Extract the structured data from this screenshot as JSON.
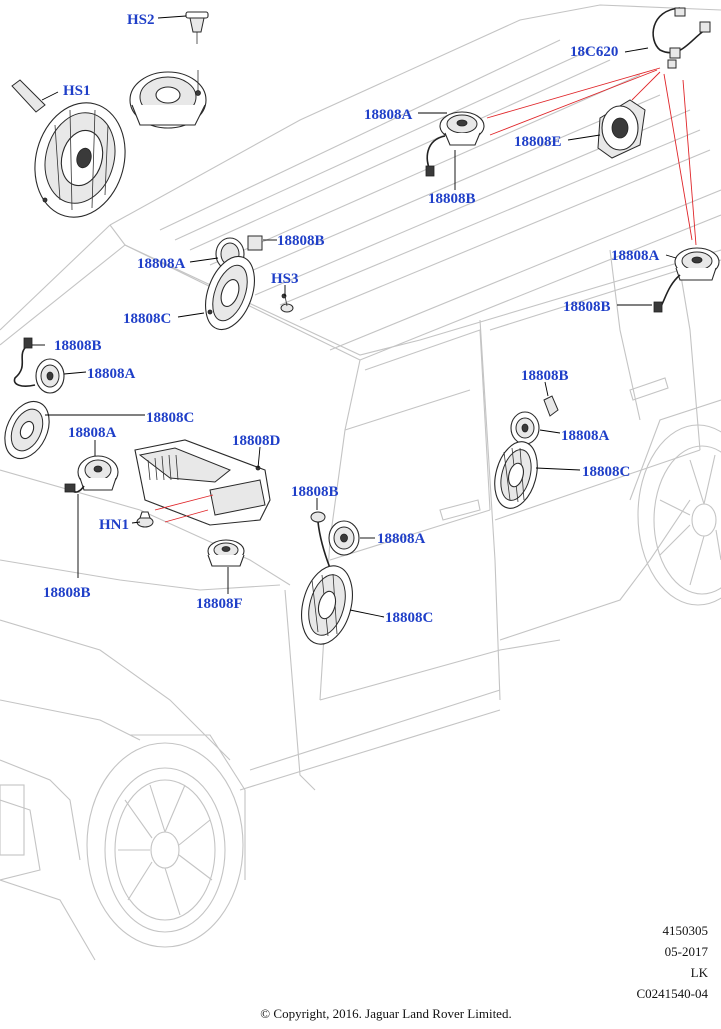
{
  "callouts": {
    "hs2": "HS2",
    "hs1": "HS1",
    "hs3": "HS3",
    "hn1": "HN1",
    "c18c620": "18C620",
    "roof_18808a": "18808A",
    "roof_18808b": "18808B",
    "roof_18808e": "18808E",
    "rear_right_18808a": "18808A",
    "rear_right_18808b": "18808B",
    "rear_left_18808b": "18808B",
    "rear_left_18808a": "18808A",
    "rear_left_18808c": "18808C",
    "quarter_18808b": "18808B",
    "quarter_18808a": "18808A",
    "quarter_18808c": "18808C",
    "dash_18808a": "18808A",
    "dash_18808b": "18808B",
    "amp_18808d": "18808D",
    "center_18808f": "18808F",
    "rear_door_18808b": "18808B",
    "rear_door_18808a": "18808A",
    "rear_door_18808c": "18808C",
    "front_door_18808b": "18808B",
    "front_door_18808a": "18808A",
    "front_door_18808c": "18808C"
  },
  "footer": {
    "ref": "4150305",
    "date": "05-2017",
    "market": "LK",
    "code": "C0241540-04",
    "copyright": "© Copyright, 2016. Jaguar Land Rover Limited."
  }
}
